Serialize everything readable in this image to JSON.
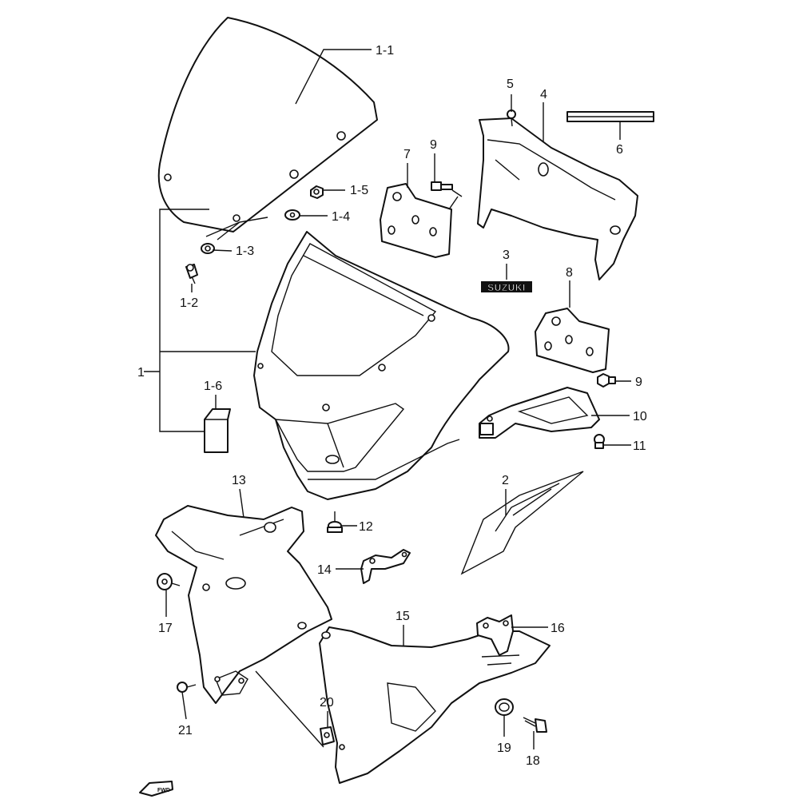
{
  "diagram": {
    "logo_text": "SUZUKI",
    "fwd_text": "FWD",
    "labels": {
      "p1_1": "1-1",
      "p1_2": "1-2",
      "p1_3": "1-3",
      "p1_4": "1-4",
      "p1_5": "1-5",
      "p1_6": "1-6",
      "p1": "1",
      "p2": "2",
      "p3": "3",
      "p4": "4",
      "p5": "5",
      "p6": "6",
      "p7": "7",
      "p8": "8",
      "p9a": "9",
      "p9b": "9",
      "p10": "10",
      "p11": "11",
      "p12": "12",
      "p13": "13",
      "p14": "14",
      "p15": "15",
      "p16": "16",
      "p17": "17",
      "p18": "18",
      "p19": "19",
      "p20": "20",
      "p21": "21"
    }
  }
}
